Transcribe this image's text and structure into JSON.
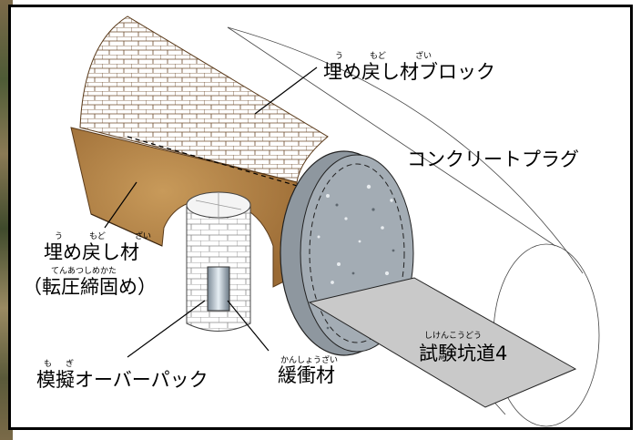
{
  "labels": {
    "block": {
      "text": "埋め戻し材ブロック",
      "ruby": [
        "う",
        "もど",
        "ざい"
      ]
    },
    "plug": {
      "text": "コンクリートプラグ"
    },
    "backfill": {
      "text": "埋め戻し材",
      "ruby": [
        "う",
        "もど",
        "ざい"
      ]
    },
    "compaction": {
      "text": "（転圧締固め）",
      "ruby": "てんあつしめかた"
    },
    "overpack": {
      "text": "模擬オーバーパック",
      "ruby": [
        "も",
        "ぎ"
      ]
    },
    "buffer": {
      "text": "緩衝材",
      "ruby": "かんしょうざい"
    },
    "tunnel": {
      "text": "試験坑道4",
      "ruby": "しけんこうどう"
    }
  },
  "colors": {
    "frame": "#000000",
    "backfill": "#b5874a",
    "concrete": "#9aa3ab",
    "floor": "#c9c9c9",
    "brick": "#ffffff"
  }
}
